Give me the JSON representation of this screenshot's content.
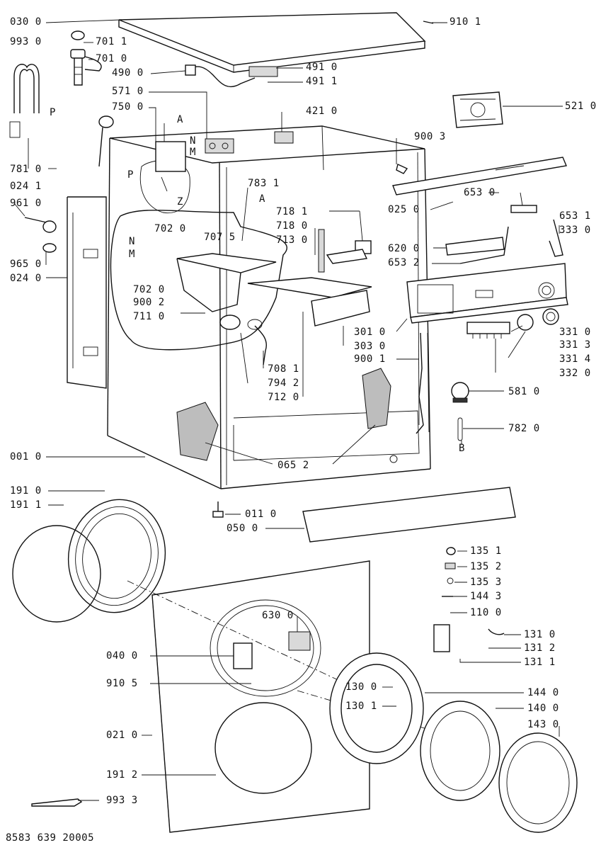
{
  "diagram": {
    "document_code": "8583 639 20005",
    "labels": [
      {
        "id": "l0301",
        "text": "030 0"
      },
      {
        "id": "l9101",
        "text": "910 1"
      },
      {
        "id": "l9930",
        "text": "993 0"
      },
      {
        "id": "l7011",
        "text": "701 1"
      },
      {
        "id": "l7010",
        "text": "701 0"
      },
      {
        "id": "l4900",
        "text": "490 0"
      },
      {
        "id": "l4910",
        "text": "491 0"
      },
      {
        "id": "l4911",
        "text": "491 1"
      },
      {
        "id": "l5710",
        "text": "571 0"
      },
      {
        "id": "l7500",
        "text": "750 0"
      },
      {
        "id": "lA1",
        "text": "A"
      },
      {
        "id": "lP1",
        "text": "P"
      },
      {
        "id": "l4210",
        "text": "421 0"
      },
      {
        "id": "l5210",
        "text": "521 0"
      },
      {
        "id": "lN1",
        "text": "N"
      },
      {
        "id": "lM1",
        "text": "M"
      },
      {
        "id": "l9003",
        "text": "900 3"
      },
      {
        "id": "lP2",
        "text": "P"
      },
      {
        "id": "l7810",
        "text": "781 0"
      },
      {
        "id": "l0241",
        "text": "024 1"
      },
      {
        "id": "lZ",
        "text": "Z"
      },
      {
        "id": "l0250",
        "text": "025 0"
      },
      {
        "id": "l7831",
        "text": "783 1"
      },
      {
        "id": "lA2",
        "text": "A"
      },
      {
        "id": "l6530",
        "text": "653 0"
      },
      {
        "id": "l9610",
        "text": "961 0"
      },
      {
        "id": "l7181",
        "text": "718 1"
      },
      {
        "id": "l6531",
        "text": "653 1"
      },
      {
        "id": "l7180",
        "text": "718 0"
      },
      {
        "id": "l3330",
        "text": "333 0"
      },
      {
        "id": "l7020",
        "text": "702 0"
      },
      {
        "id": "l7075",
        "text": "707 5"
      },
      {
        "id": "l7130",
        "text": "713 0"
      },
      {
        "id": "lN2",
        "text": "N"
      },
      {
        "id": "lM2",
        "text": "M"
      },
      {
        "id": "l6200",
        "text": "620 0"
      },
      {
        "id": "l9650",
        "text": "965 0"
      },
      {
        "id": "l6532",
        "text": "653 2"
      },
      {
        "id": "l0240",
        "text": "024 0"
      },
      {
        "id": "l7021",
        "text": "702 0"
      },
      {
        "id": "l9002",
        "text": "900 2"
      },
      {
        "id": "l7110",
        "text": "711 0"
      },
      {
        "id": "l3010",
        "text": "301 0"
      },
      {
        "id": "l3310",
        "text": "331 0"
      },
      {
        "id": "l3030",
        "text": "303 0"
      },
      {
        "id": "l3313",
        "text": "331 3"
      },
      {
        "id": "l9001",
        "text": "900 1"
      },
      {
        "id": "l3314",
        "text": "331 4"
      },
      {
        "id": "l7081",
        "text": "708 1"
      },
      {
        "id": "l3320",
        "text": "332 0"
      },
      {
        "id": "l7942",
        "text": "794 2"
      },
      {
        "id": "l7120",
        "text": "712 0"
      },
      {
        "id": "l5810",
        "text": "581 0"
      },
      {
        "id": "l7820",
        "text": "782 0"
      },
      {
        "id": "lB",
        "text": "B"
      },
      {
        "id": "l0010",
        "text": "001 0"
      },
      {
        "id": "l0652",
        "text": "065 2"
      },
      {
        "id": "l1910",
        "text": "191 0"
      },
      {
        "id": "l1911",
        "text": "191 1"
      },
      {
        "id": "l0110",
        "text": "011 0"
      },
      {
        "id": "l0500",
        "text": "050 0"
      },
      {
        "id": "l1351",
        "text": "135 1"
      },
      {
        "id": "l1352",
        "text": "135 2"
      },
      {
        "id": "l1353",
        "text": "135 3"
      },
      {
        "id": "l1443",
        "text": "144 3"
      },
      {
        "id": "l1100",
        "text": "110 0"
      },
      {
        "id": "l6300",
        "text": "630 0"
      },
      {
        "id": "l1310",
        "text": "131 0"
      },
      {
        "id": "l1312",
        "text": "131 2"
      },
      {
        "id": "l0400",
        "text": "040 0"
      },
      {
        "id": "l1311",
        "text": "131 1"
      },
      {
        "id": "l9105",
        "text": "910 5"
      },
      {
        "id": "l1300",
        "text": "130 0"
      },
      {
        "id": "l1440",
        "text": "144 0"
      },
      {
        "id": "l1301",
        "text": "130 1"
      },
      {
        "id": "l1400",
        "text": "140 0"
      },
      {
        "id": "l1430",
        "text": "143 0"
      },
      {
        "id": "l0210",
        "text": "021 0"
      },
      {
        "id": "l1912",
        "text": "191 2"
      },
      {
        "id": "l9933",
        "text": "993 3"
      }
    ]
  }
}
